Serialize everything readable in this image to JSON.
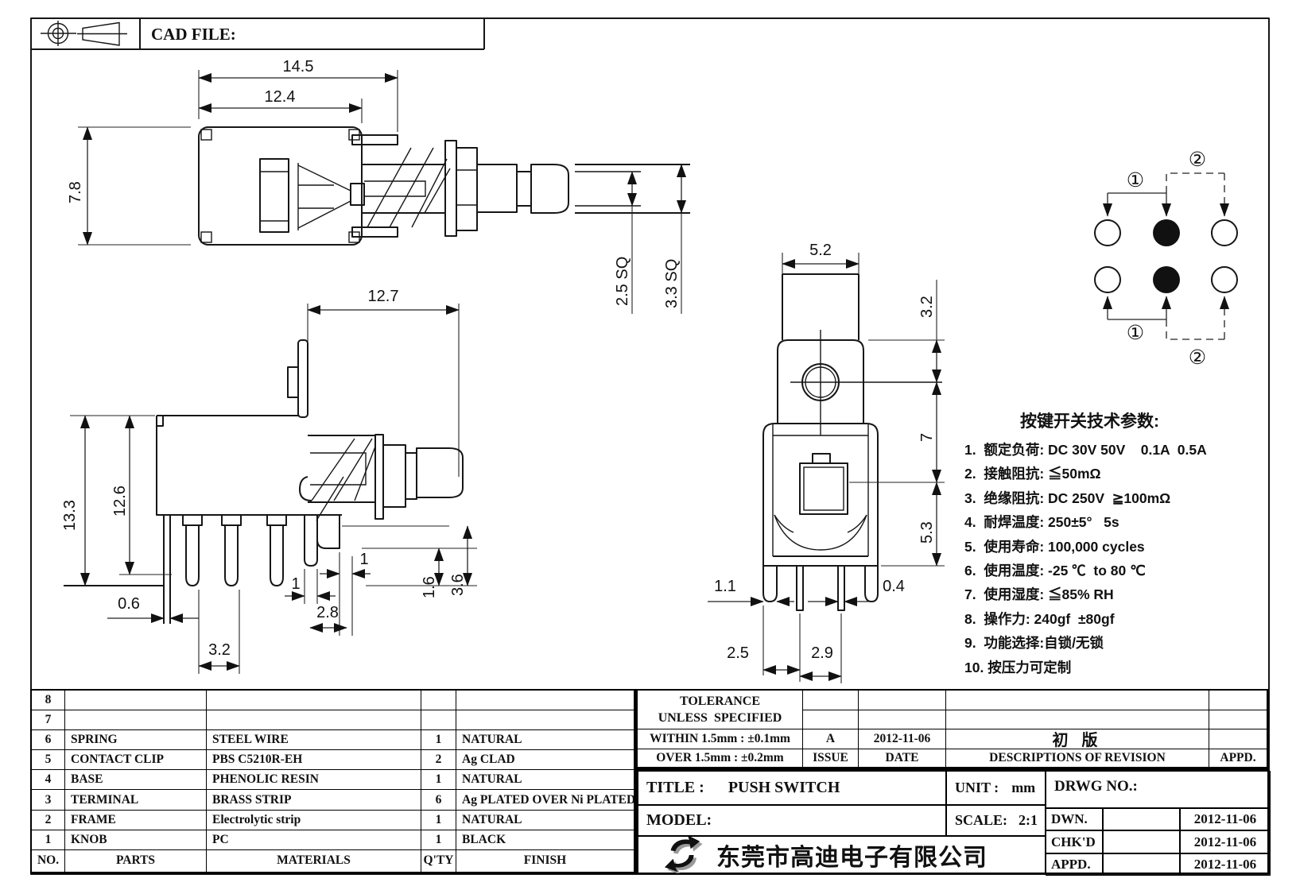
{
  "header": {
    "cad_file": "CAD FILE:"
  },
  "dims": {
    "side": {
      "total_w": "14.5",
      "body_w": "12.4",
      "body_h": "7.8",
      "shaft_sq": "2.5 SQ",
      "bush_sq": "3.3 SQ"
    },
    "left": {
      "w": "12.7",
      "h_total": "13.3",
      "h_body": "12.6",
      "leg_w": "0.6",
      "pin_pitch": "3.2",
      "pin_w_a": "1",
      "pin_w_b": "1",
      "span": "2.8",
      "h_a": "1.6",
      "h_b": "3.6"
    },
    "front": {
      "plunger_w": "5.2",
      "plunger_h": "3.2",
      "body_h": "7",
      "base_h": "5.3",
      "leg_w": "1.1",
      "pin_w": "0.4",
      "pitch_a": "2.5",
      "pitch_b": "2.9"
    }
  },
  "circuit": {
    "pole1_top": "①",
    "pole2_top": "②",
    "pole1_bottom": "①",
    "pole2_bottom": "②"
  },
  "specs": {
    "title": "按键开关技术参数:",
    "items": [
      "1.  额定负荷: DC 30V 50V    0.1A  0.5A",
      "2.  接触阻抗: ≦50mΩ",
      "3.  绝缘阻抗: DC 250V  ≧100mΩ",
      "4.  耐焊温度: 250±5°   5s",
      "5.  使用寿命: 100,000 cycles",
      "6.  使用温度: -25 ℃  to 80 ℃",
      "7.  使用湿度: ≦85% RH",
      "8.  操作力: 240gf  ±80gf",
      "9.  功能选择:自锁/无锁",
      "10. 按压力可定制"
    ]
  },
  "parts_table": {
    "headers": {
      "no": "NO.",
      "parts": "PARTS",
      "materials": "MATERIALS",
      "qty": "Q'TY",
      "finish": "FINISH"
    },
    "rows": [
      {
        "no": "8",
        "parts": "",
        "materials": "",
        "qty": "",
        "finish": ""
      },
      {
        "no": "7",
        "parts": "",
        "materials": "",
        "qty": "",
        "finish": ""
      },
      {
        "no": "6",
        "parts": "SPRING",
        "materials": "STEEL WIRE",
        "qty": "1",
        "finish": "NATURAL"
      },
      {
        "no": "5",
        "parts": "CONTACT CLIP",
        "materials": "PBS C5210R-EH",
        "qty": "2",
        "finish": "Ag CLAD"
      },
      {
        "no": "4",
        "parts": "BASE",
        "materials": "PHENOLIC RESIN",
        "qty": "1",
        "finish": "NATURAL"
      },
      {
        "no": "3",
        "parts": "TERMINAL",
        "materials": "BRASS STRIP",
        "qty": "6",
        "finish": "Ag PLATED OVER Ni PLATED"
      },
      {
        "no": "2",
        "parts": "FRAME",
        "materials": "Electrolytic strip",
        "qty": "1",
        "finish": "NATURAL"
      },
      {
        "no": "1",
        "parts": "KNOB",
        "materials": "PC",
        "qty": "1",
        "finish": "BLACK"
      }
    ]
  },
  "tolerance": {
    "title1": "TOLERANCE",
    "title2": "UNLESS  SPECIFIED",
    "within": "WITHIN 1.5mm : ±0.1mm",
    "over": "OVER 1.5mm : ±0.2mm"
  },
  "revision": {
    "issue": "A",
    "date": "2012-11-06",
    "desc": "初 版",
    "issue_label": "ISSUE",
    "date_label": "DATE",
    "desc_label": "DESCRIPTIONS OF REVISION",
    "appd_label": "APPD."
  },
  "title_block": {
    "title_label": "TITLE :",
    "title": "PUSH SWITCH",
    "model_label": "MODEL:",
    "unit_label": "UNIT :",
    "unit": "mm",
    "scale_label": "SCALE:",
    "scale": "2:1",
    "drwg_label": "DRWG NO.:",
    "company": "东莞市高迪电子有限公司",
    "rows": [
      {
        "label": "DWN.",
        "value": "",
        "date": "2012-11-06"
      },
      {
        "label": "CHK'D",
        "value": "",
        "date": "2012-11-06"
      },
      {
        "label": "APPD.",
        "value": "",
        "date": "2012-11-06"
      }
    ]
  }
}
